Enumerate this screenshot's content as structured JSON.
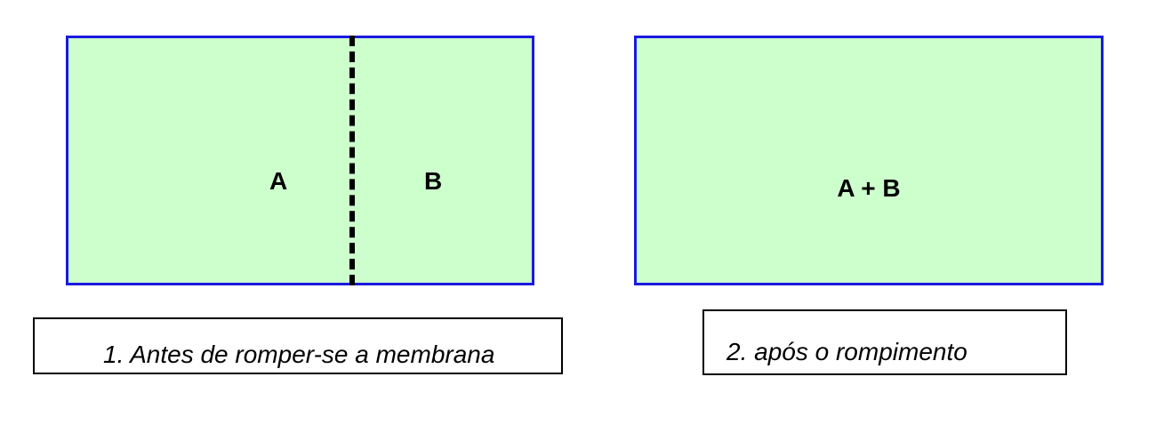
{
  "colors": {
    "fill": "#ccffcc",
    "border": "#1a1ae0",
    "membrane": "#000000"
  },
  "diagram_before": {
    "label_left": "A",
    "label_right": "B",
    "caption": "1. Antes de romper-se a membrana"
  },
  "diagram_after": {
    "label": "A + B",
    "caption": "2. após o rompimento"
  }
}
